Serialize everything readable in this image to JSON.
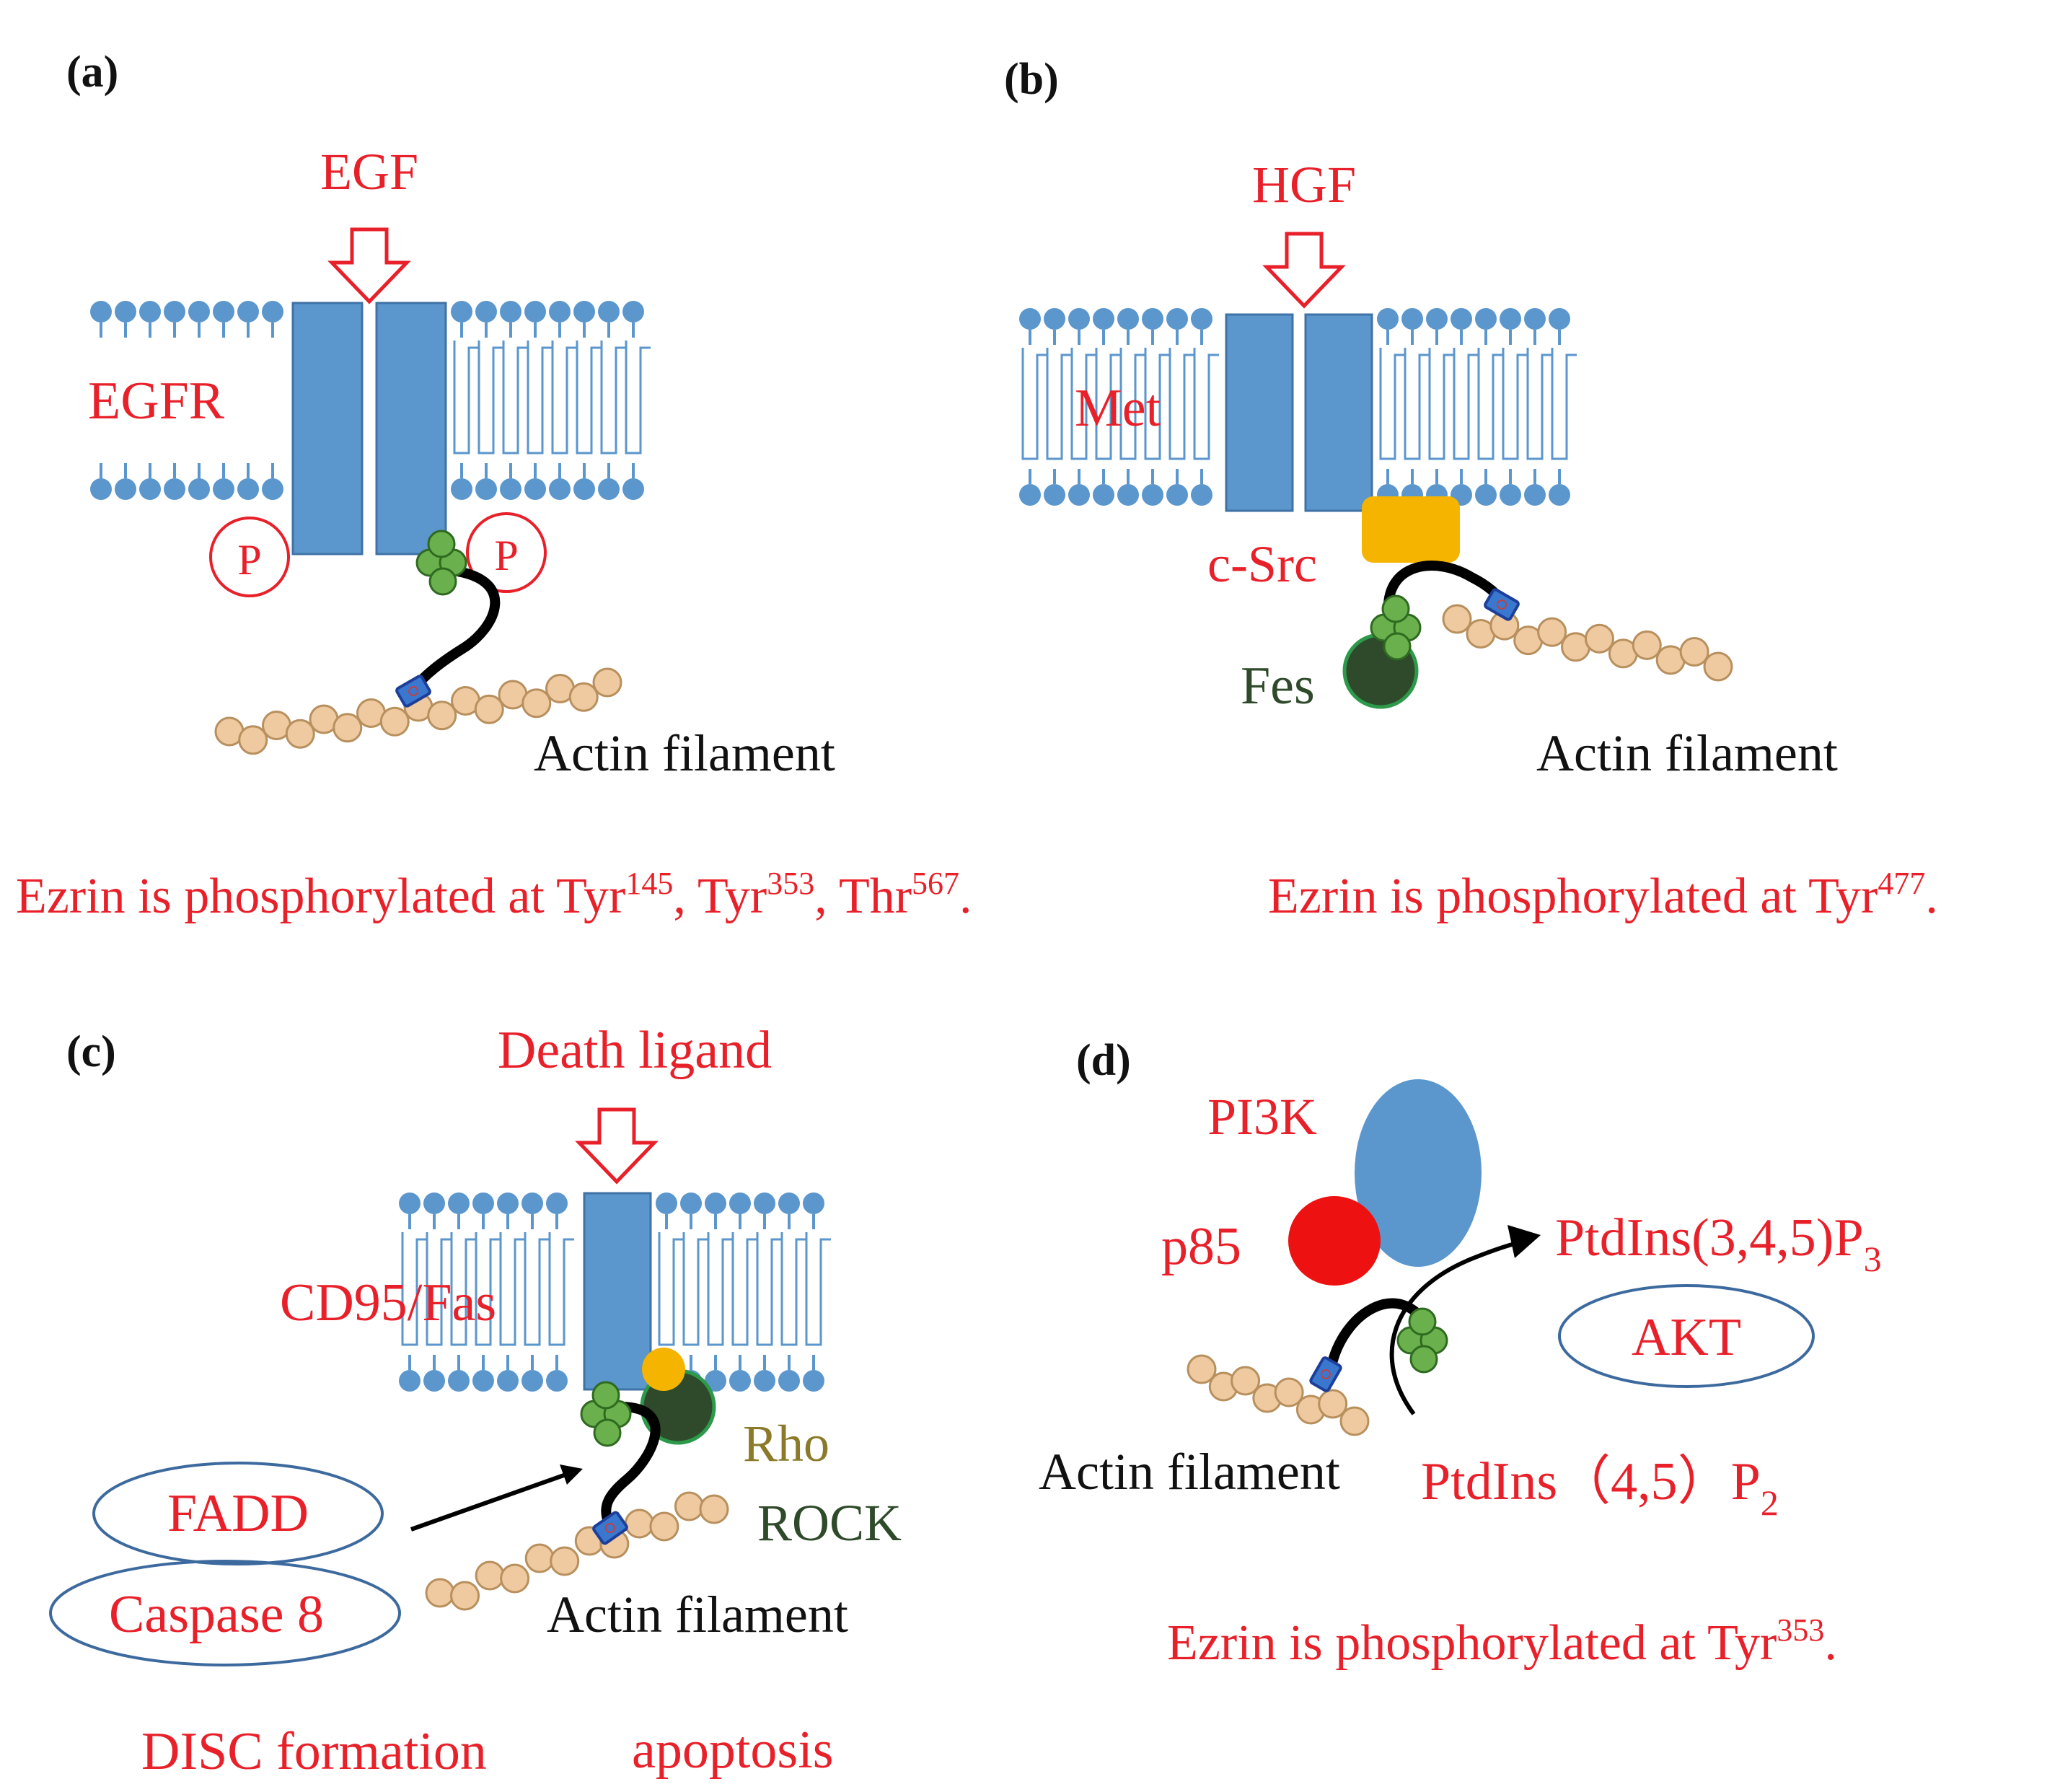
{
  "panel_a": {
    "label": "(a)",
    "ligand": "EGF",
    "receptor": "EGFR",
    "phospho_left": "P",
    "phospho_right": "P",
    "actin": "Actin filament",
    "caption": {
      "prefix": "Ezrin is phosphorylated at Tyr",
      "s1": "145",
      "mid1": ", Tyr",
      "s2": "353",
      "mid2": ", Thr",
      "s3": "567",
      "end": "."
    }
  },
  "panel_b": {
    "label": "(b)",
    "ligand": "HGF",
    "receptor": "Met",
    "kinase": "c-Src",
    "fes": "Fes",
    "actin": "Actin filament",
    "caption": {
      "prefix": "Ezrin is phosphorylated at Tyr",
      "s1": "477",
      "end": "."
    }
  },
  "panel_c": {
    "label": "(c)",
    "ligand": "Death ligand",
    "receptor": "CD95/Fas",
    "rho": "Rho",
    "rock": "ROCK",
    "fadd": "FADD",
    "caspase": "Caspase 8",
    "actin": "Actin filament",
    "disc": "DISC formation",
    "apoptosis": "apoptosis"
  },
  "panel_d": {
    "label": "(d)",
    "pi3k": "PI3K",
    "p85": "p85",
    "pip3": {
      "main": "PtdIns(3,4,5)P",
      "sub": "3"
    },
    "akt": "AKT",
    "pip2": {
      "main": "PtdIns（4,5）P",
      "sub": "2"
    },
    "actin": "Actin filament",
    "caption": {
      "prefix": "Ezrin is phosphorylated at Tyr",
      "s1": "353",
      "end": "."
    }
  },
  "colors": {
    "membrane_blue": "#5b96cc",
    "label_red": "#e8202a",
    "ezrin_green": "#6ab04c",
    "actin_tan": "#e8c49a",
    "src_yellow": "#f4b400",
    "fes_darkgreen": "#2f4a2a",
    "p85_red": "#ee1111"
  }
}
